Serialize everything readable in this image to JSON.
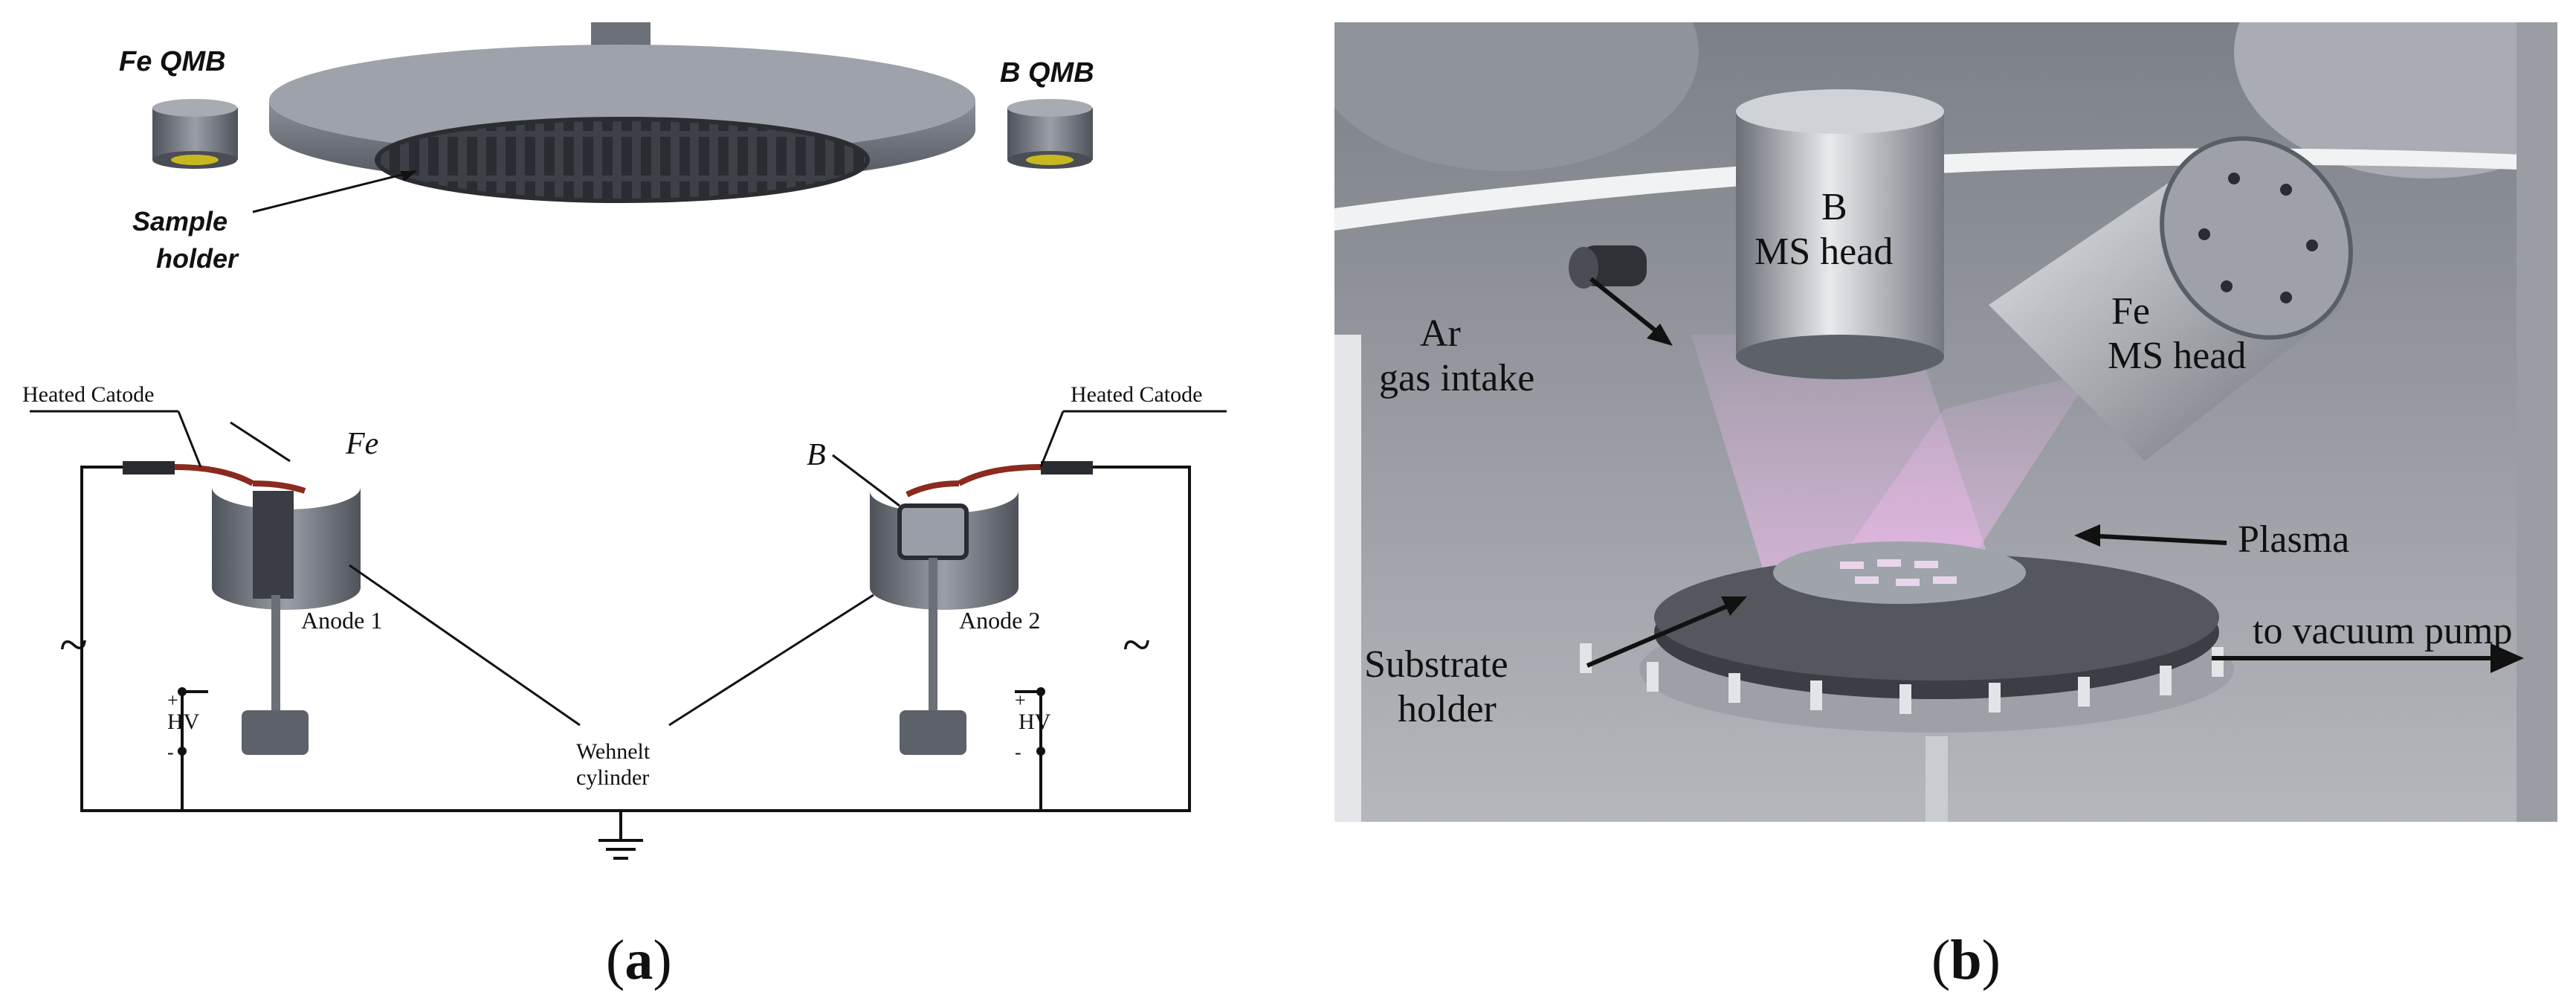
{
  "panel_a": {
    "labels": {
      "fe_qmb": "Fe QMB",
      "b_qmb": "B QMB",
      "sample_holder_line1": "Sample",
      "sample_holder_line2": "holder",
      "heated_catode_left": "Heated Catode",
      "heated_catode_right": "Heated Catode",
      "fe": "Fe",
      "b": "B",
      "anode1": "Anode 1",
      "anode2": "Anode 2",
      "hv_left": "HV",
      "hv_right": "HV",
      "plus": "+",
      "minus": "-",
      "wehnelt_line1": "Wehnelt",
      "wehnelt_line2": "cylinder",
      "ac_symbol": "~"
    },
    "caption": {
      "open": "(",
      "letter": "a",
      "close": ")"
    }
  },
  "panel_b": {
    "labels": {
      "b_ms_head_line1": "B",
      "b_ms_head_line2": "MS head",
      "fe_ms_head_line1": "Fe",
      "fe_ms_head_line2": "MS head",
      "ar_line1": "Ar",
      "ar_line2": "gas intake",
      "plasma": "Plasma",
      "substrate_line1": "Substrate",
      "substrate_line2": "holder",
      "vacuum": "to vacuum pump"
    },
    "caption": {
      "open": "(",
      "letter": "b",
      "close": ")"
    }
  },
  "colors": {
    "metal_dark": "#5a5e66",
    "metal_mid": "#8b8f98",
    "metal_light": "#c9ccd2",
    "plasma": "#e9b8e8",
    "wire_red": "#8b2a1e",
    "film_yellow": "#c8b820"
  }
}
